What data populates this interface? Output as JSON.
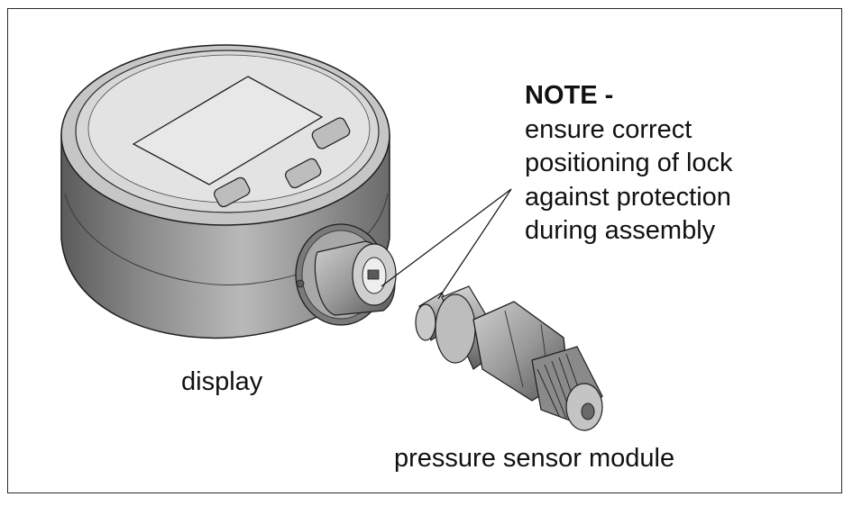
{
  "note": {
    "title": "NOTE -",
    "lines": [
      "ensure correct",
      "positioning of lock",
      "against protection",
      "during assembly"
    ]
  },
  "labels": {
    "display": "display",
    "sensor": "pressure sensor module"
  },
  "colors": {
    "frame": "#2a2a2a",
    "body_dark": "#6e6e6e",
    "body_light": "#c9c9c9",
    "face": "#e2e2e2",
    "outline": "#1e1e1e"
  }
}
